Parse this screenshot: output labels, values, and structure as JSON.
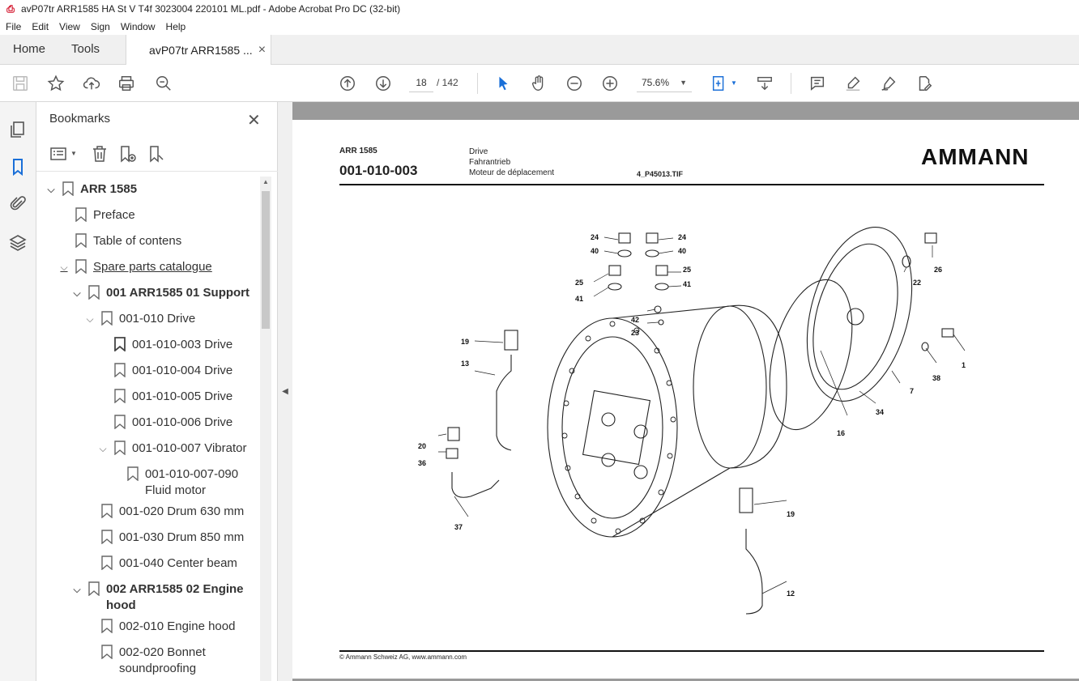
{
  "window": {
    "title": "avP07tr ARR1585 HA St V T4f 3023004 220101 ML.pdf - Adobe Acrobat Pro DC (32-bit)"
  },
  "menu": [
    "File",
    "Edit",
    "View",
    "Sign",
    "Window",
    "Help"
  ],
  "tabs": {
    "home": "Home",
    "tools": "Tools",
    "document": "avP07tr ARR1585 ...",
    "close": "×"
  },
  "toolbar": {
    "page_current": "18",
    "page_total": "/ 142",
    "zoom": "75.6%"
  },
  "bookmarks": {
    "title": "Bookmarks",
    "close": "✕",
    "items": [
      {
        "label": "ARR 1585"
      },
      {
        "label": "Preface"
      },
      {
        "label": "Table of contens"
      },
      {
        "label": "Spare parts catalogue"
      },
      {
        "label": "001 ARR1585 01 Support"
      },
      {
        "label": "001-010 Drive"
      },
      {
        "label": "001-010-003 Drive"
      },
      {
        "label": "001-010-004 Drive"
      },
      {
        "label": "001-010-005 Drive"
      },
      {
        "label": "001-010-006 Drive"
      },
      {
        "label": "001-010-007 Vibrator"
      },
      {
        "label": "001-010-007-090"
      },
      {
        "label": "Fluid motor"
      },
      {
        "label": "001-020 Drum 630 mm"
      },
      {
        "label": "001-030 Drum 850 mm"
      },
      {
        "label": "001-040 Center beam"
      },
      {
        "label": "002 ARR1585 02 Engine"
      },
      {
        "label": "hood"
      },
      {
        "label": "002-010 Engine hood"
      },
      {
        "label": "002-020 Bonnet"
      },
      {
        "label": "soundproofing"
      }
    ]
  },
  "document": {
    "model": "ARR 1585",
    "code": "001-010-003",
    "desc_en": "Drive",
    "desc_de": "Fahrantrieb",
    "desc_fr": "Moteur de déplacement",
    "file": "4_P45013.TIF",
    "brand": "AMMANN",
    "footer": "© Ammann Schweiz AG, www.ammann.com",
    "callouts": [
      "24",
      "40",
      "24",
      "40",
      "25",
      "41",
      "25",
      "41",
      "42",
      "23",
      "19",
      "13",
      "20",
      "36",
      "37",
      "26",
      "22",
      "1",
      "38",
      "7",
      "34",
      "16",
      "19",
      "12"
    ]
  }
}
